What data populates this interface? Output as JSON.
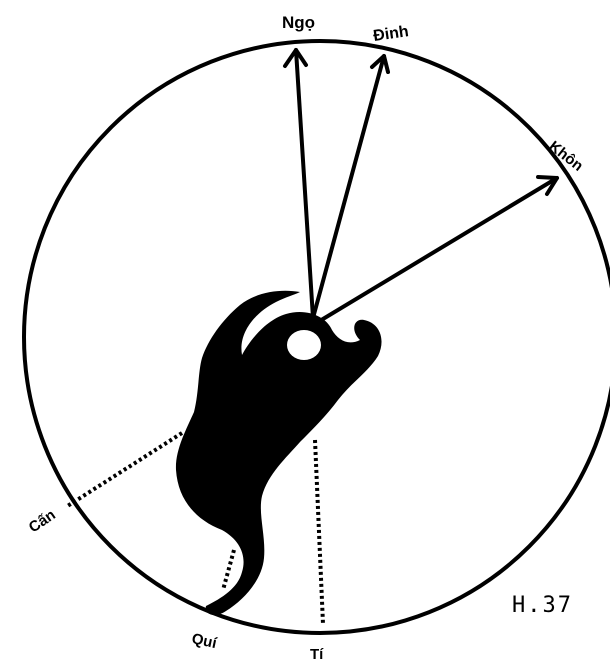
{
  "labels": {
    "ngo": "Ngọ",
    "dinh": "Đinh",
    "khon": "Khôn",
    "can": "Cấn",
    "qui": "Quí",
    "ti": "Tí"
  },
  "figure_label": "H.37",
  "colors": {
    "ink": "#000000",
    "paper": "#ffffff"
  }
}
